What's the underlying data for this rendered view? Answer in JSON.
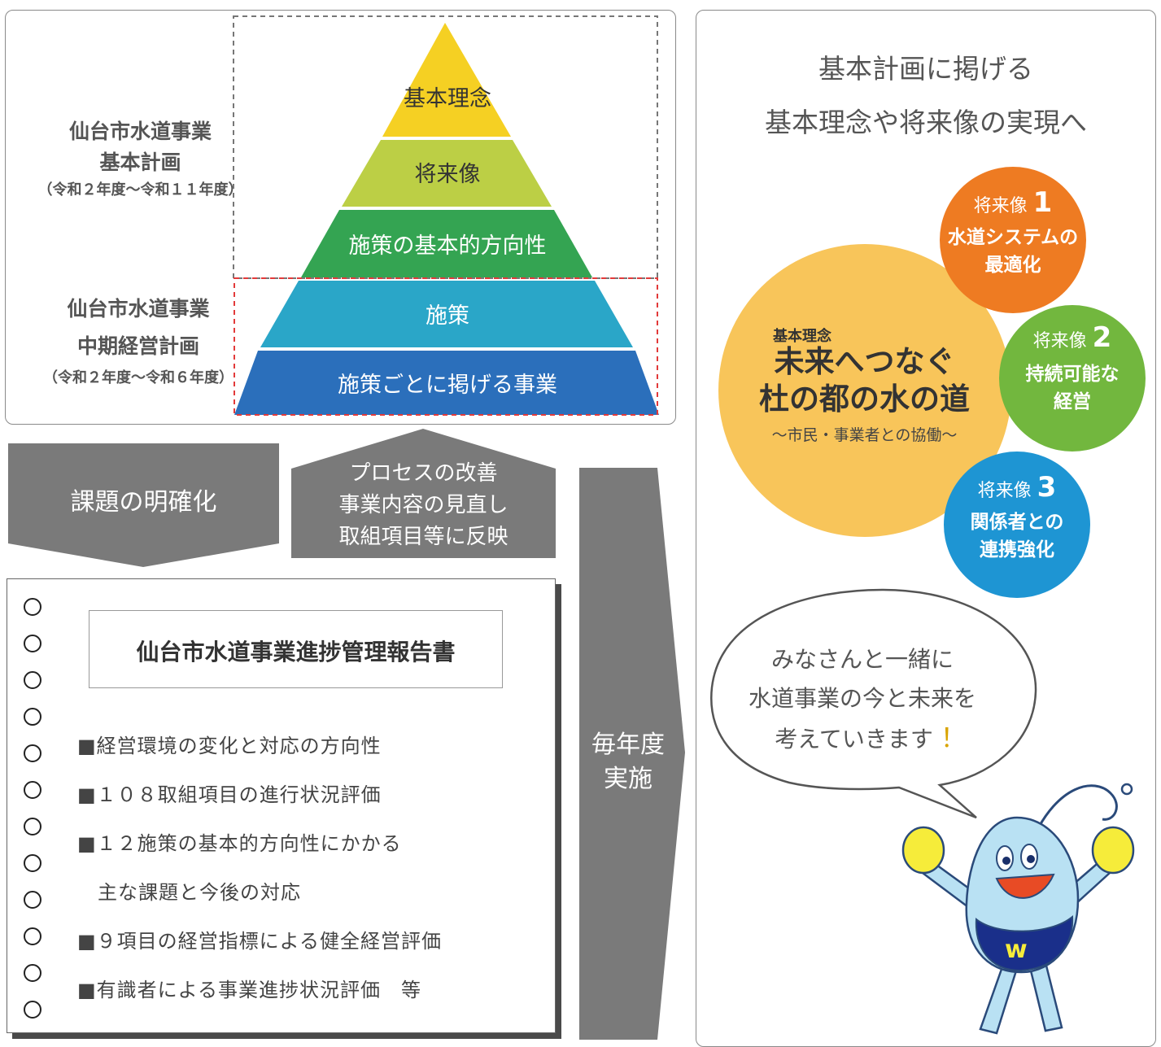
{
  "left_panel": {
    "plan_basic": {
      "line1": "仙台市水道事業",
      "line2": "基本計画",
      "period": "（令和２年度～令和１１年度）"
    },
    "plan_midterm": {
      "line1": "仙台市水道事業",
      "line2": "中期経営計画",
      "period": "（令和２年度～令和６年度）"
    },
    "pyramid": {
      "levels": [
        {
          "label": "基本理念",
          "color": "#f5d023"
        },
        {
          "label": "将来像",
          "color": "#bccf45"
        },
        {
          "label": "施策の基本的方向性",
          "color": "#34a452"
        },
        {
          "label": "施策",
          "color": "#2aa6c8"
        },
        {
          "label": "施策ごとに掲げる事業",
          "color": "#2b6fbb"
        }
      ],
      "border_gray": "#777777",
      "border_red": "#e23a3a"
    }
  },
  "arrows": {
    "down_label": "課題の明確化",
    "up_lines": [
      "プロセスの改善",
      "事業内容の見直し",
      "取組項目等に反映"
    ],
    "right_lines": [
      "毎年度",
      "実施"
    ],
    "color": "#7a7a7a"
  },
  "report": {
    "title": "仙台市水道事業進捗管理報告書",
    "items": [
      "■経営環境の変化と対応の方向性",
      "■１０８取組項目の進行状況評価",
      "■１２施策の基本的方向性にかかる",
      "主な課題と今後の対応",
      "■９項目の経営指標による健全経営評価",
      "■有識者による事業進捗状況評価　等"
    ]
  },
  "right_panel": {
    "heading_line1": "基本計画に掲げる",
    "heading_line2": "基本理念や将来像の実現へ",
    "philosophy": {
      "small": "基本理念",
      "main1": "未来へつなぐ",
      "main2": "杜の都の水の道",
      "sub": "～市民・事業者との協働～",
      "color": "#f8c55a"
    },
    "visions": [
      {
        "head": "将来像",
        "num": "1",
        "line1": "水道システムの",
        "line2": "最適化",
        "color": "#ee7b22"
      },
      {
        "head": "将来像",
        "num": "2",
        "line1": "持続可能な",
        "line2": "経営",
        "color": "#72b73e"
      },
      {
        "head": "将来像",
        "num": "3",
        "line1": "関係者との",
        "line2": "連携強化",
        "color": "#1e95d3"
      }
    ],
    "speech": {
      "line1": "みなさんと一緒に",
      "line2": "水道事業の今と未来を",
      "line3": "考えていきます",
      "mark": "！"
    }
  }
}
